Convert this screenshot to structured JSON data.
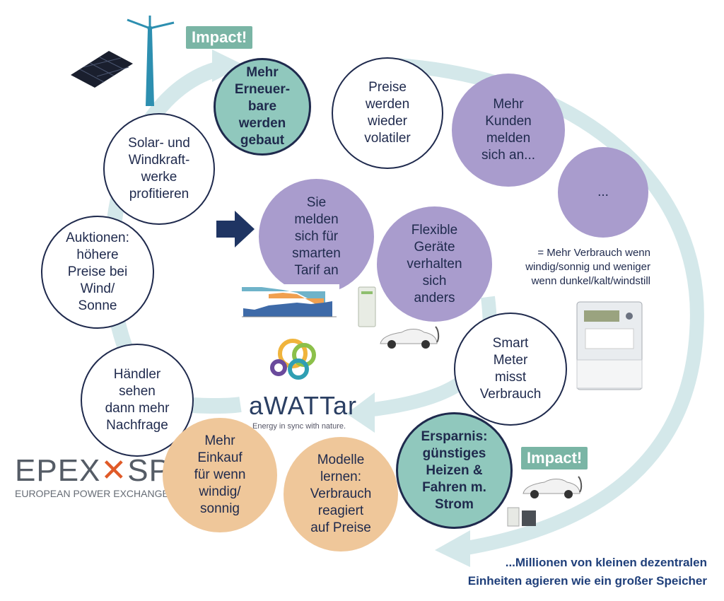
{
  "colors": {
    "navy": "#1f2a4d",
    "purple": "#a99ccd",
    "teal": "#90c8bd",
    "orange": "#efc79a",
    "arrow_light": "#d4e8ea",
    "impact_green": "#7ab5a5",
    "epex_orange": "#e05a28"
  },
  "impact_top": "Impact!",
  "impact_bottom": "Impact!",
  "circles": {
    "mehr_erneuerbare": "Mehr\nErneuer-\nbare\nwerden\ngebaut",
    "preise_volatiler": "Preise\nwerden\nwieder\nvolatiler",
    "mehr_kunden": "Mehr\nKunden\nmelden\nsich an...",
    "ellipsis": "...",
    "solar_windkraft": "Solar- und\nWindkraft-\nwerke\nprofitieren",
    "smarter_tarif": "Sie\nmelden\nsich für\nsmarten\nTarif an",
    "flexible_geraete": "Flexible\nGeräte\nverhalten\nsich\nanders",
    "auktionen": "Auktionen:\nhöhere\nPreise bei\nWind/\nSonne",
    "smart_meter": "Smart\nMeter\nmisst\nVerbrauch",
    "haendler": "Händler\nsehen\ndann mehr\nNachfrage",
    "ersparnis": "Ersparnis:\ngünstiges\nHeizen &\nFahren m.\nStrom",
    "mehr_einkauf": "Mehr\nEinkauf\nfür wenn\nwindig/\nsonnig",
    "modelle": "Modelle\nlernen:\nVerbrauch\nreagiert\nauf Preise"
  },
  "note": "= Mehr Verbrauch wenn\nwindig/sonnig und weniger\nwenn dunkel/kalt/windstill",
  "awattar": {
    "name": "aWATTar",
    "tagline": "Energy in sync with nature."
  },
  "epex": {
    "name_left": "EPEX",
    "name_right": "SPOT",
    "subtitle": "EUROPEAN POWER EXCHANGE"
  },
  "footer": {
    "line1": "...Millionen von kleinen dezentralen",
    "line2": "Einheiten agieren wie ein großer Speicher"
  },
  "icons": [
    "solar-panel-icon",
    "wind-turbine-icon",
    "arrow-right-icon",
    "price-chart-icon",
    "heat-pump-icon",
    "electric-car-icon",
    "smart-meter-icon",
    "battery-storage-icon"
  ]
}
